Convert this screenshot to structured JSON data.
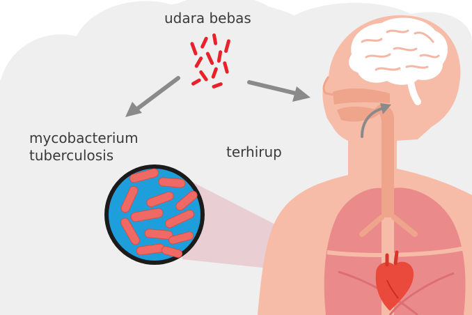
{
  "labels": {
    "free_air": "udara bebas",
    "bacteria_line1": "mycobacterium",
    "bacteria_line2": "tuberculosis",
    "inhaled": "terhirup"
  },
  "colors": {
    "cloud": "#efefef",
    "bacteria_red": "#e8212a",
    "skin": "#f6bca7",
    "skin_dark": "#efa48c",
    "lung": "#ea8a8a",
    "lung_dark": "#dd6f72",
    "brain": "#ffffff",
    "arrow": "#8a8a8a",
    "magnifier_bg": "#1e9fdc",
    "magnifier_bacteria": "#ef6a64",
    "heart": "#e94a3c"
  },
  "icons": [
    "cloud-shape",
    "bacteria-cluster",
    "arrow-left-down",
    "arrow-right",
    "magnifier-circle",
    "human-body",
    "brain",
    "lungs",
    "heart",
    "airway-arrow"
  ]
}
